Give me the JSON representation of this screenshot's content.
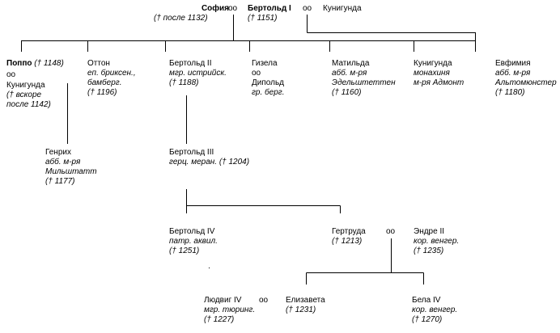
{
  "people": {
    "sofia": {
      "name": "София",
      "l1": "(† после 1132)"
    },
    "bertold1": {
      "name": "Бертольд I",
      "l1": "(† 1151)"
    },
    "kunig0": {
      "name": "Кунигунда"
    },
    "poppo": {
      "name": "Поппо",
      "death": "(† 1148)"
    },
    "kunig_p": {
      "name": "Кунигунда",
      "l1": "(† вскоре",
      "l2": "после 1142)"
    },
    "otton": {
      "name": "Оттон",
      "l1": "еп. бриксен.,",
      "l2": "бамберг.",
      "l3": "(† 1196)"
    },
    "bertold2": {
      "name": "Бертольд II",
      "l1": "мгр. истрийск.",
      "l2": "(† 1188)"
    },
    "gizela": {
      "name": "Гизела",
      "l1": "оо",
      "l2": "Дипольд",
      "l3": "гр. берг."
    },
    "matilda": {
      "name": "Матильда",
      "l1": "абб. м-ря",
      "l2": "Эдельштеттен",
      "l3": "(† 1160)"
    },
    "kunig_m": {
      "name": "Кунигунда",
      "l1": "монахиня",
      "l2": "м-ря Адмонт"
    },
    "evfimia": {
      "name": "Евфимия",
      "l1": "абб. м-ря",
      "l2": "Альтомюнстер",
      "l3": "(† 1180)"
    },
    "genrih": {
      "name": "Генрих",
      "l1": "абб. м-ря",
      "l2": "Мильштатт",
      "l3": "(† 1177)"
    },
    "bertold3": {
      "name": "Бертольд III",
      "l1": "герц. меран. († 1204)"
    },
    "bertold4": {
      "name": "Бертольд IV",
      "l1": "патр. аквил.",
      "l2": "(† 1251)"
    },
    "gertruda": {
      "name": "Гертруда",
      "l1": "(† 1213)"
    },
    "endre": {
      "name": "Эндре II",
      "l1": "кор. венгер.",
      "l2": "(† 1235)"
    },
    "ludvig": {
      "name": "Людвиг IV",
      "l1": "мгр. тюринг.",
      "l2": "(† 1227)"
    },
    "elizaveta": {
      "name": "Елизавета",
      "l1": "(† 1231)"
    },
    "bela": {
      "name": "Бела IV",
      "l1": "кор. венгер.",
      "l2": "(† 1270)"
    }
  },
  "marriage_symbol": "оо"
}
